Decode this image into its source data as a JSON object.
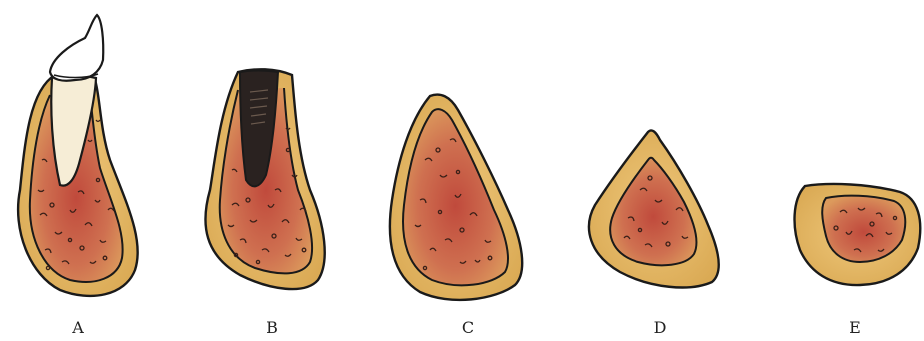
{
  "figure": {
    "panels": [
      {
        "label": "A"
      },
      {
        "label": "B"
      },
      {
        "label": "C"
      },
      {
        "label": "D"
      },
      {
        "label": "E"
      }
    ]
  },
  "colors": {
    "outline": "#1a1a1a",
    "cortical_bone": "#e6b865",
    "cancellous_bone": "#c8654a",
    "tooth": "#f6edd6",
    "socket": "#2a2220",
    "speckle": "#3a2018"
  }
}
